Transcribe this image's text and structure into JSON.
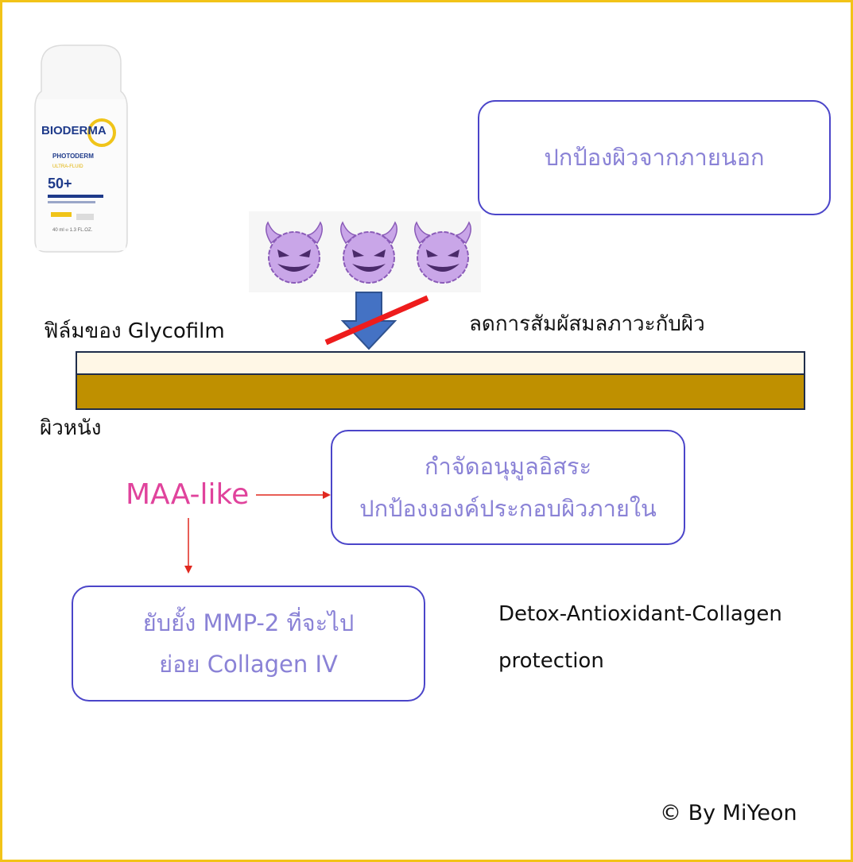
{
  "product": {
    "brand": "BIODERMA",
    "line": "PHOTODERM",
    "variant": "ULTRA-FLUID",
    "spf": "50+",
    "volume": "40 ml ℮   1.3 FL.OZ."
  },
  "boxes": {
    "outer_protect": "ปกป้องผิวจากภายนอก",
    "free_radical_line1": "กำจัดอนุมูลอิสระ",
    "free_radical_line2": "ปกป้องงองค์ประกอบผิวภายใน",
    "mmp_line1": "ยับยั้ง  MMP-2  ที่จะไป",
    "mmp_line2": "ย่อย  Collagen  IV"
  },
  "labels": {
    "glycofilm": "ฟิล์มของ   Glycofilm",
    "reduce_contact": "ลดการสัมผัสมลภาวะกับผิว",
    "skin": "ผิวหนัง",
    "maa_like": "MAA-like",
    "desc_line1": "Detox-Antioxidant-Collagen",
    "desc_line2": "protection",
    "credit": "©   By   MiYeon"
  },
  "icons": [
    "devil-icon",
    "devil-icon",
    "devil-icon",
    "down-arrow-icon",
    "blocked-slash-icon"
  ],
  "colors": {
    "frame": "#f2c318",
    "box_border": "#4b45c9",
    "box_text": "#8a82d6",
    "film_layer": "#fff7e6",
    "skin_layer": "#bf9000",
    "maa": "#e0439c",
    "arrow_red": "#e0281f",
    "down_arrow": "#4472c4",
    "slash": "#ee1c1c",
    "devil": "#c9a6e8"
  }
}
